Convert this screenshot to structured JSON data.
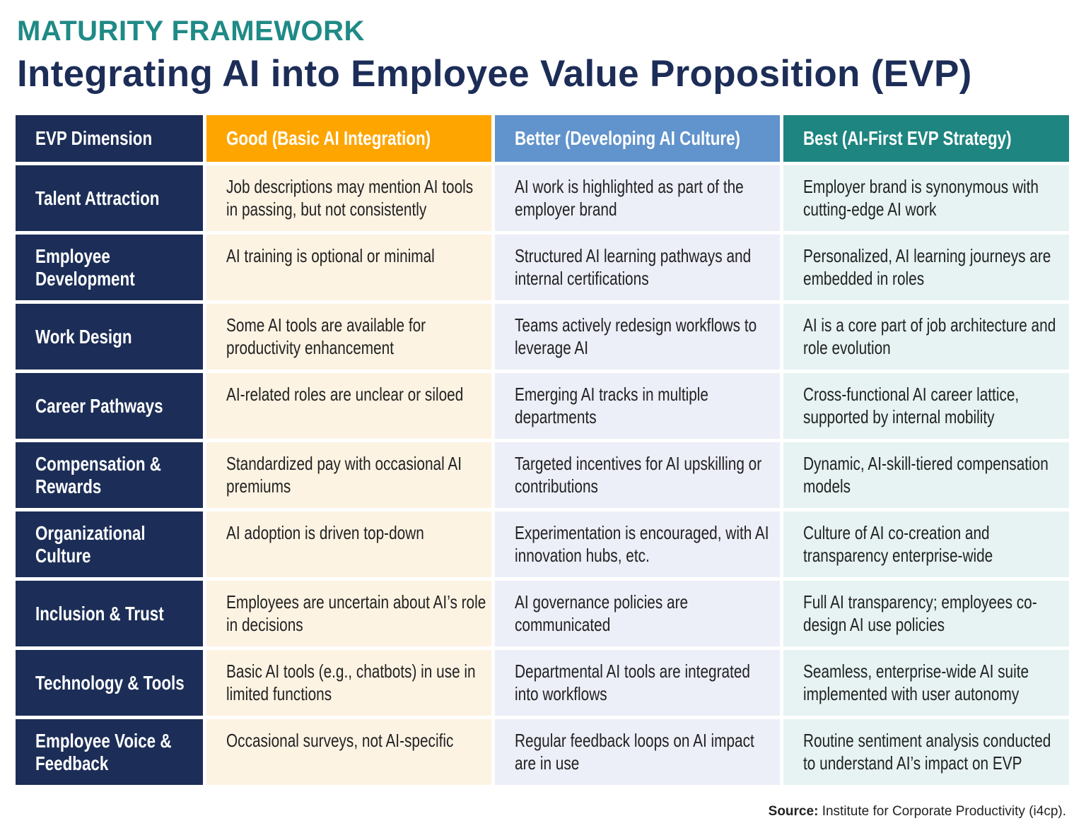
{
  "kicker": "MATURITY FRAMEWORK",
  "title": "Integrating AI into Employee Value Proposition (EVP)",
  "colors": {
    "navy": "#1c2e57",
    "good": "#fea500",
    "better": "#6193cc",
    "best": "#1e8580",
    "teal_kicker": "#1f8a86"
  },
  "headers": [
    "EVP Dimension",
    "Good (Basic AI Integration)",
    "Better (Developing AI Culture)",
    "Best (AI-First EVP Strategy)"
  ],
  "rows": [
    [
      "Talent Attraction",
      "Job descriptions may mention AI tools in passing, but not consistently",
      "AI work is highlighted as part of the employer brand",
      "Employer brand is synonymous with cutting-edge AI work"
    ],
    [
      "Employee Development",
      "AI training is optional or minimal",
      "Structured AI learning pathways and internal certifications",
      "Personalized, AI learning journeys are embedded in roles"
    ],
    [
      "Work Design",
      "Some AI tools are available for productivity enhancement",
      "Teams actively redesign workflows to leverage AI",
      "AI is a core part of job architecture and role evolution"
    ],
    [
      "Career Pathways",
      "AI-related roles are unclear or siloed",
      "Emerging AI tracks in multiple departments",
      "Cross-functional AI career lattice, supported by internal mobility"
    ],
    [
      "Compensation & Rewards",
      "Standardized pay with occasional AI premiums",
      "Targeted incentives for AI upskilling or contributions",
      "Dynamic, AI-skill-tiered compensation models"
    ],
    [
      "Organizational Culture",
      "AI adoption is driven top-down",
      "Experimentation is encouraged, with AI innovation hubs, etc.",
      "Culture of AI co-creation and transparency enterprise-wide"
    ],
    [
      "Inclusion & Trust",
      "Employees are uncertain about AI’s role in decisions",
      "AI governance policies are communicated",
      "Full AI transparency; employees co-design AI use policies"
    ],
    [
      "Technology & Tools",
      "Basic AI tools (e.g., chatbots) in use in limited functions",
      "Departmental AI tools are integrated into workflows",
      "Seamless, enterprise-wide AI suite implemented with user autonomy"
    ],
    [
      "Employee Voice & Feedback",
      "Occasional surveys, not AI-specific",
      "Regular feedback loops on AI impact are in use",
      "Routine sentiment analysis conducted to understand AI’s impact on EVP"
    ]
  ],
  "source": {
    "label": "Source:",
    "text": "Institute for Corporate Productivity (i4cp)."
  }
}
